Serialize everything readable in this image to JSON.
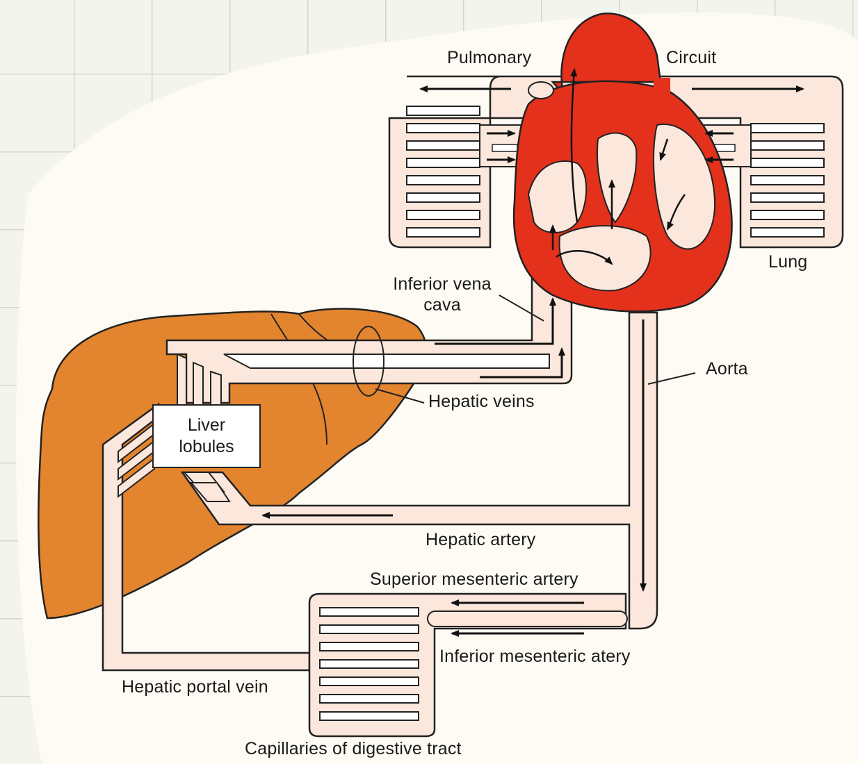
{
  "colors": {
    "paper": "#f4f4ee",
    "paper_blob": "#fdfbf3",
    "grid": "#d6d6d0",
    "vessel_fill": "#fbe7dc",
    "outline": "#222222",
    "heart_red": "#e3311c",
    "liver_orange": "#e3842e"
  },
  "labels": {
    "pulmonary": "Pulmonary",
    "circuit": "Circuit",
    "lung": "Lung",
    "inferior_vena_cava": "Inferior vena\ncava",
    "aorta": "Aorta",
    "hepatic_veins": "Hepatic veins",
    "liver_lobules": "Liver\nlobules",
    "hepatic_artery": "Hepatic artery",
    "superior_mesenteric_artery": "Superior mesenteric artery",
    "inferior_mesenteric_artery": "Inferior mesenteric atery",
    "hepatic_portal_vein": "Hepatic portal vein",
    "capillaries_digestive_tract": "Capillaries of digestive tract"
  }
}
